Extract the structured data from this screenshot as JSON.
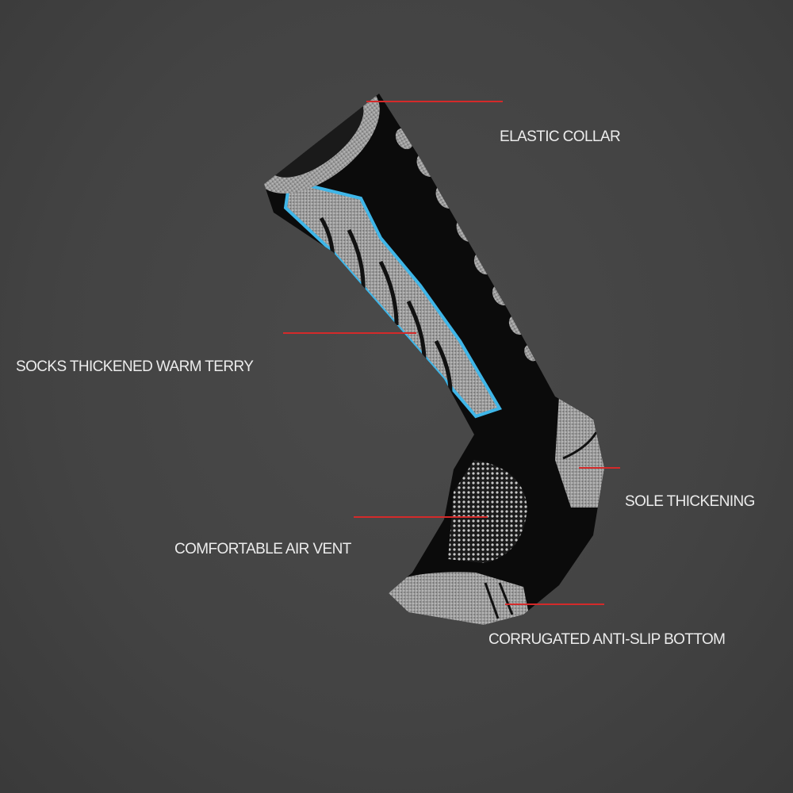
{
  "colors": {
    "background": "#454545",
    "callout_line": "#d42a2a",
    "sock_black": "#0b0b0b",
    "sock_gray": "#9a9a9a",
    "accent_blue": "#3fb6e8"
  },
  "labels": {
    "elastic_collar": "ELASTIC COLLAR",
    "warm_terry": "SOCKS THICKENED WARM TERRY",
    "sole_thickening": "SOLE THICKENING",
    "air_vent": "COMFORTABLE AIR VENT",
    "anti_slip": "CORRUGATED ANTI-SLIP BOTTOM"
  }
}
